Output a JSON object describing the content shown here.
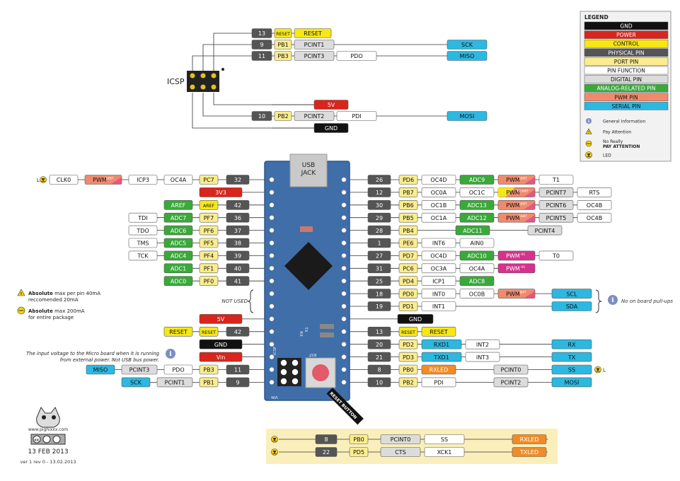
{
  "colors": {
    "gnd": "#111111",
    "power": "#d9251c",
    "control": "#f7e716",
    "physical": "#555555",
    "port": "#fbed8f",
    "function": "#ffffff",
    "digital": "#dcdcdc",
    "analog": "#3aa93a",
    "pwm": "#f08a6e",
    "pwm_alt": "#d6328c",
    "serial": "#2cb8e0",
    "board": "#3f6ea8",
    "board_dark": "#2f578a",
    "led": "#ffd400",
    "info": "#7b8fc4",
    "highlight": "#faefbb"
  },
  "legend": {
    "title": "LEGEND",
    "items": [
      {
        "label": "GND",
        "type": "gnd"
      },
      {
        "label": "POWER",
        "type": "power"
      },
      {
        "label": "CONTROL",
        "type": "control"
      },
      {
        "label": "PHYSICAL PIN",
        "type": "physical"
      },
      {
        "label": "PORT PIN",
        "type": "port"
      },
      {
        "label": "PIN FUNCTION",
        "type": "function"
      },
      {
        "label": "DIGITAL PIN",
        "type": "digital"
      },
      {
        "label": "ANALOG-RELATED PIN",
        "type": "analog"
      },
      {
        "label": "PWM PIN",
        "type": "pwm"
      },
      {
        "label": "SERIAL PIN",
        "type": "serial"
      }
    ],
    "notes": [
      {
        "icon": "info-icon",
        "text": "General Information"
      },
      {
        "icon": "warning-icon",
        "text": "Pay Attention"
      },
      {
        "icon": "attention-icon",
        "text": "No Really",
        "text2": "PAY ATTENTION"
      },
      {
        "icon": "led-icon",
        "text": "LED"
      }
    ]
  },
  "icsp": {
    "label": "ICSP",
    "top_rows": [
      [
        {
          "t": "13",
          "c": "physical"
        },
        {
          "t": "RESET",
          "c": "control",
          "s": "small"
        },
        {
          "t": "RESET",
          "c": "control"
        }
      ],
      [
        {
          "t": "9",
          "c": "physical"
        },
        {
          "t": "PB1",
          "c": "port"
        },
        {
          "t": "PCINT1",
          "c": "digital"
        },
        {
          "t": "SCK",
          "c": "serial",
          "far": true
        }
      ],
      [
        {
          "t": "11",
          "c": "physical"
        },
        {
          "t": "PB3",
          "c": "port"
        },
        {
          "t": "PCINT3",
          "c": "digital"
        },
        {
          "t": "PDO",
          "c": "function"
        },
        {
          "t": "MISO",
          "c": "serial",
          "far": true
        }
      ]
    ],
    "bottom_rows": [
      [
        {
          "t": "5V",
          "c": "power"
        }
      ],
      [
        {
          "t": "10",
          "c": "physical"
        },
        {
          "t": "PB2",
          "c": "port"
        },
        {
          "t": "PCINT2",
          "c": "digital"
        },
        {
          "t": "PDI",
          "c": "function"
        },
        {
          "t": "MOSI",
          "c": "serial",
          "far": true
        }
      ],
      [
        {
          "t": "GND",
          "c": "gnd"
        }
      ]
    ]
  },
  "board": {
    "usb_label1": "USB",
    "usb_label2": "JACK",
    "reset_button": "RESET BUTTON",
    "silk_icsp": "ICSP",
    "silk_rst": "RST",
    "silk_tx": "TX",
    "silk_rx": "RX",
    "silk_vin": "VIN"
  },
  "left_rows": [
    {
      "phys": "32",
      "led": true,
      "items": [
        {
          "t": "PC7",
          "c": "port"
        },
        {
          "t": "OC4A",
          "c": "function"
        },
        {
          "t": "ICP3",
          "c": "function"
        },
        {
          "t": "PWM",
          "sup": "10BIT",
          "c": "pwm"
        },
        {
          "t": "CLK0",
          "c": "function"
        }
      ]
    },
    {
      "phys": "",
      "items": [
        {
          "t": "3V3",
          "c": "power"
        }
      ]
    },
    {
      "phys": "42",
      "items": [
        {
          "t": "AREF",
          "c": "control",
          "s": "small"
        },
        {
          "t": "AREF",
          "c": "analog"
        }
      ]
    },
    {
      "phys": "36",
      "items": [
        {
          "t": "PF7",
          "c": "port"
        },
        {
          "t": "ADC7",
          "c": "analog"
        },
        {
          "t": "TDI",
          "c": "function"
        }
      ]
    },
    {
      "phys": "37",
      "items": [
        {
          "t": "PF6",
          "c": "port"
        },
        {
          "t": "ADC6",
          "c": "analog"
        },
        {
          "t": "TDO",
          "c": "function"
        }
      ]
    },
    {
      "phys": "38",
      "items": [
        {
          "t": "PF5",
          "c": "port"
        },
        {
          "t": "ADC5",
          "c": "analog"
        },
        {
          "t": "TMS",
          "c": "function"
        }
      ]
    },
    {
      "phys": "39",
      "items": [
        {
          "t": "PF4",
          "c": "port"
        },
        {
          "t": "ADC4",
          "c": "analog"
        },
        {
          "t": "TCK",
          "c": "function"
        }
      ]
    },
    {
      "phys": "40",
      "items": [
        {
          "t": "PF1",
          "c": "port"
        },
        {
          "t": "ADC1",
          "c": "analog"
        }
      ]
    },
    {
      "phys": "41",
      "items": [
        {
          "t": "PF0",
          "c": "port"
        },
        {
          "t": "ADC0",
          "c": "analog"
        }
      ]
    },
    {
      "phys": "",
      "items": []
    },
    {
      "phys": "",
      "items": []
    },
    {
      "phys": "",
      "items": [
        {
          "t": "5V",
          "c": "power"
        }
      ]
    },
    {
      "phys": "42",
      "items": [
        {
          "t": "RESET",
          "c": "control",
          "s": "small"
        },
        {
          "t": "RESET",
          "c": "control"
        }
      ]
    },
    {
      "phys": "",
      "items": [
        {
          "t": "GND",
          "c": "gnd"
        }
      ]
    },
    {
      "phys": "",
      "items": [
        {
          "t": "Vin",
          "c": "power"
        }
      ]
    },
    {
      "phys": "11",
      "items": [
        {
          "t": "PB3",
          "c": "port"
        },
        {
          "t": "PDO",
          "c": "function"
        },
        {
          "t": "PCINT3",
          "c": "digital"
        },
        {
          "t": "MISO",
          "c": "serial"
        }
      ]
    },
    {
      "phys": "9",
      "items": [
        {
          "t": "PB1",
          "c": "port"
        },
        {
          "t": "PCINT1",
          "c": "digital"
        },
        {
          "t": "SCK",
          "c": "serial"
        }
      ]
    }
  ],
  "right_rows": [
    {
      "phys": "26",
      "items": [
        {
          "t": "PD6",
          "c": "port"
        },
        {
          "t": "OC4D",
          "c": "function"
        },
        {
          "t": "ADC9",
          "c": "analog"
        },
        {
          "t": "PWM",
          "sup": "16BIT",
          "c": "pwm"
        },
        {
          "t": "T1",
          "c": "function"
        }
      ]
    },
    {
      "phys": "12",
      "items": [
        {
          "t": "PB7",
          "c": "port"
        },
        {
          "t": "OC0A",
          "c": "function"
        },
        {
          "t": "OC1C",
          "c": "function"
        },
        {
          "t": "PWM",
          "sup": "8/16BIT",
          "c": "pwm",
          "yl": true
        },
        {
          "t": "PCINT7",
          "c": "digital"
        },
        {
          "t": "RTS",
          "c": "function"
        }
      ]
    },
    {
      "phys": "30",
      "items": [
        {
          "t": "PB6",
          "c": "port"
        },
        {
          "t": "OC1B",
          "c": "function"
        },
        {
          "t": "ADC13",
          "c": "analog"
        },
        {
          "t": "PWM",
          "sup": "16BIT",
          "c": "pwm"
        },
        {
          "t": "PCINT6",
          "c": "digital"
        },
        {
          "t": "OC4B",
          "c": "function"
        }
      ]
    },
    {
      "phys": "29",
      "items": [
        {
          "t": "PB5",
          "c": "port"
        },
        {
          "t": "OC1A",
          "c": "function"
        },
        {
          "t": "ADC12",
          "c": "analog"
        },
        {
          "t": "PWM",
          "sup": "16BIT",
          "c": "pwm"
        },
        {
          "t": "PCINT5",
          "c": "digital"
        },
        {
          "t": "OC4B",
          "c": "function"
        }
      ]
    },
    {
      "phys": "28",
      "items": [
        {
          "t": "PB4",
          "c": "port"
        },
        {
          "gap": true
        },
        {
          "t": "ADC11",
          "c": "analog"
        },
        {
          "gap": true
        },
        {
          "t": "PCINT4",
          "c": "digital"
        }
      ]
    },
    {
      "phys": "1",
      "items": [
        {
          "t": "PE6",
          "c": "port"
        },
        {
          "t": "INT6",
          "c": "function"
        },
        {
          "t": "AIN0",
          "c": "function"
        }
      ]
    },
    {
      "phys": "27",
      "items": [
        {
          "t": "PD7",
          "c": "port"
        },
        {
          "t": "OC4D",
          "c": "function"
        },
        {
          "t": "ADC10",
          "c": "analog"
        },
        {
          "t": "PWM",
          "sup": "HS",
          "c": "pwm_alt"
        },
        {
          "t": "T0",
          "c": "function"
        }
      ]
    },
    {
      "phys": "31",
      "items": [
        {
          "t": "PC6",
          "c": "port"
        },
        {
          "t": "OC3A",
          "c": "function"
        },
        {
          "t": "OC4A",
          "c": "function"
        },
        {
          "t": "PWM",
          "sup": "HS",
          "c": "pwm_alt"
        }
      ]
    },
    {
      "phys": "25",
      "items": [
        {
          "t": "PD4",
          "c": "port"
        },
        {
          "t": "ICP1",
          "c": "function"
        },
        {
          "t": "ADC8",
          "c": "analog"
        }
      ]
    },
    {
      "phys": "18",
      "items": [
        {
          "t": "PD0",
          "c": "port"
        },
        {
          "t": "INT0",
          "c": "function"
        },
        {
          "t": "OC0B",
          "c": "function"
        },
        {
          "t": "PWM",
          "sup": "8BIT",
          "c": "pwm"
        },
        {
          "t": "SCL",
          "c": "serial"
        }
      ]
    },
    {
      "phys": "19",
      "items": [
        {
          "t": "PD1",
          "c": "port"
        },
        {
          "t": "INT1",
          "c": "function"
        },
        {
          "gap": true
        },
        {
          "gap": true
        },
        {
          "t": "SDA",
          "c": "serial"
        }
      ]
    },
    {
      "phys": "",
      "items": [
        {
          "t": "GND",
          "c": "gnd"
        }
      ]
    },
    {
      "phys": "13",
      "items": [
        {
          "t": "RESET",
          "c": "control",
          "s": "small"
        },
        {
          "t": "RESET",
          "c": "control"
        }
      ]
    },
    {
      "phys": "20",
      "items": [
        {
          "t": "PD2",
          "c": "port"
        },
        {
          "t": "RXD1",
          "c": "serial"
        },
        {
          "t": "INT2",
          "c": "function"
        },
        {
          "gap": true
        },
        {
          "t": "RX",
          "c": "serial"
        }
      ]
    },
    {
      "phys": "21",
      "items": [
        {
          "t": "PD3",
          "c": "port"
        },
        {
          "t": "TXD1",
          "c": "serial"
        },
        {
          "t": "INT3",
          "c": "function"
        },
        {
          "gap": true
        },
        {
          "t": "TX",
          "c": "serial"
        }
      ]
    },
    {
      "phys": "8",
      "led": true,
      "items": [
        {
          "t": "PB0",
          "c": "port"
        },
        {
          "t": "RXLED",
          "c": "pwm_orange"
        },
        {
          "gap": true
        },
        {
          "t": "PCINT0",
          "c": "digital"
        },
        {
          "t": "SS",
          "c": "serial"
        }
      ]
    },
    {
      "phys": "10",
      "items": [
        {
          "t": "PB2",
          "c": "port"
        },
        {
          "t": "PDI",
          "c": "function"
        },
        {
          "gap": true
        },
        {
          "t": "PCINT2",
          "c": "digital"
        },
        {
          "t": "MOSI",
          "c": "serial"
        }
      ]
    }
  ],
  "notes": {
    "not_used": "NOT USED",
    "pullups": "No on board pull-ups",
    "abs1_bold": "Absolute",
    "abs1_rest": " max per pin 40mA",
    "abs1_line2": "reccomended 20mA",
    "abs2_bold": "Absolute",
    "abs2_rest": " max 200mA",
    "abs2_line2": "for entire package",
    "vin_note1": "The input voltage to the Micro board when it is running",
    "vin_note2": "from external power. Not USB bus power.",
    "led_letter": "L"
  },
  "bottom_box": {
    "rows": [
      [
        {
          "t": "8",
          "c": "physical"
        },
        {
          "t": "PB0",
          "c": "port"
        },
        {
          "t": "PCINT0",
          "c": "digital"
        },
        {
          "t": "SS",
          "c": "function"
        },
        {
          "t": "RXLED",
          "c": "pwm_orange"
        }
      ],
      [
        {
          "t": "22",
          "c": "physical"
        },
        {
          "t": "PD5",
          "c": "port"
        },
        {
          "t": "CTS",
          "c": "digital"
        },
        {
          "t": "XCK1",
          "c": "function"
        },
        {
          "t": "TXLED",
          "c": "pwm_orange"
        }
      ]
    ]
  },
  "footer": {
    "site": "www.pighixxx.com",
    "cc": "cc",
    "date": "13 FEB 2013",
    "version": "ver 1 rev 0 - 13.02.2013"
  }
}
